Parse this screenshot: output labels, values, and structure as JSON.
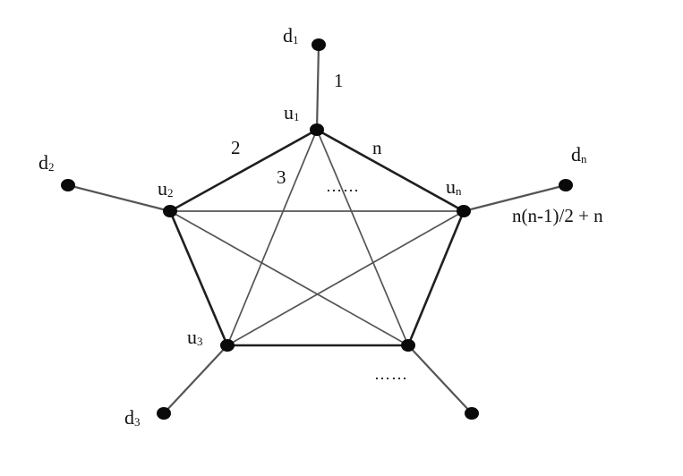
{
  "nodes": {
    "u1": {
      "main": "u",
      "sub": "1"
    },
    "u2": {
      "main": "u",
      "sub": "2"
    },
    "u3": {
      "main": "u",
      "sub": "3"
    },
    "un": {
      "main": "u",
      "sub": "n"
    },
    "d1": {
      "main": "d",
      "sub": "1"
    },
    "d2": {
      "main": "d",
      "sub": "2"
    },
    "d3": {
      "main": "d",
      "sub": "3"
    },
    "dn": {
      "main": "d",
      "sub": "n"
    }
  },
  "edge_labels": {
    "u1_d1": "1",
    "u1_u2": "2",
    "u1_u3": "3",
    "u1_un": "n",
    "un_dn": "n(n-1)/2 + n"
  },
  "ellipses": {
    "top": "……",
    "bottom": "……"
  }
}
